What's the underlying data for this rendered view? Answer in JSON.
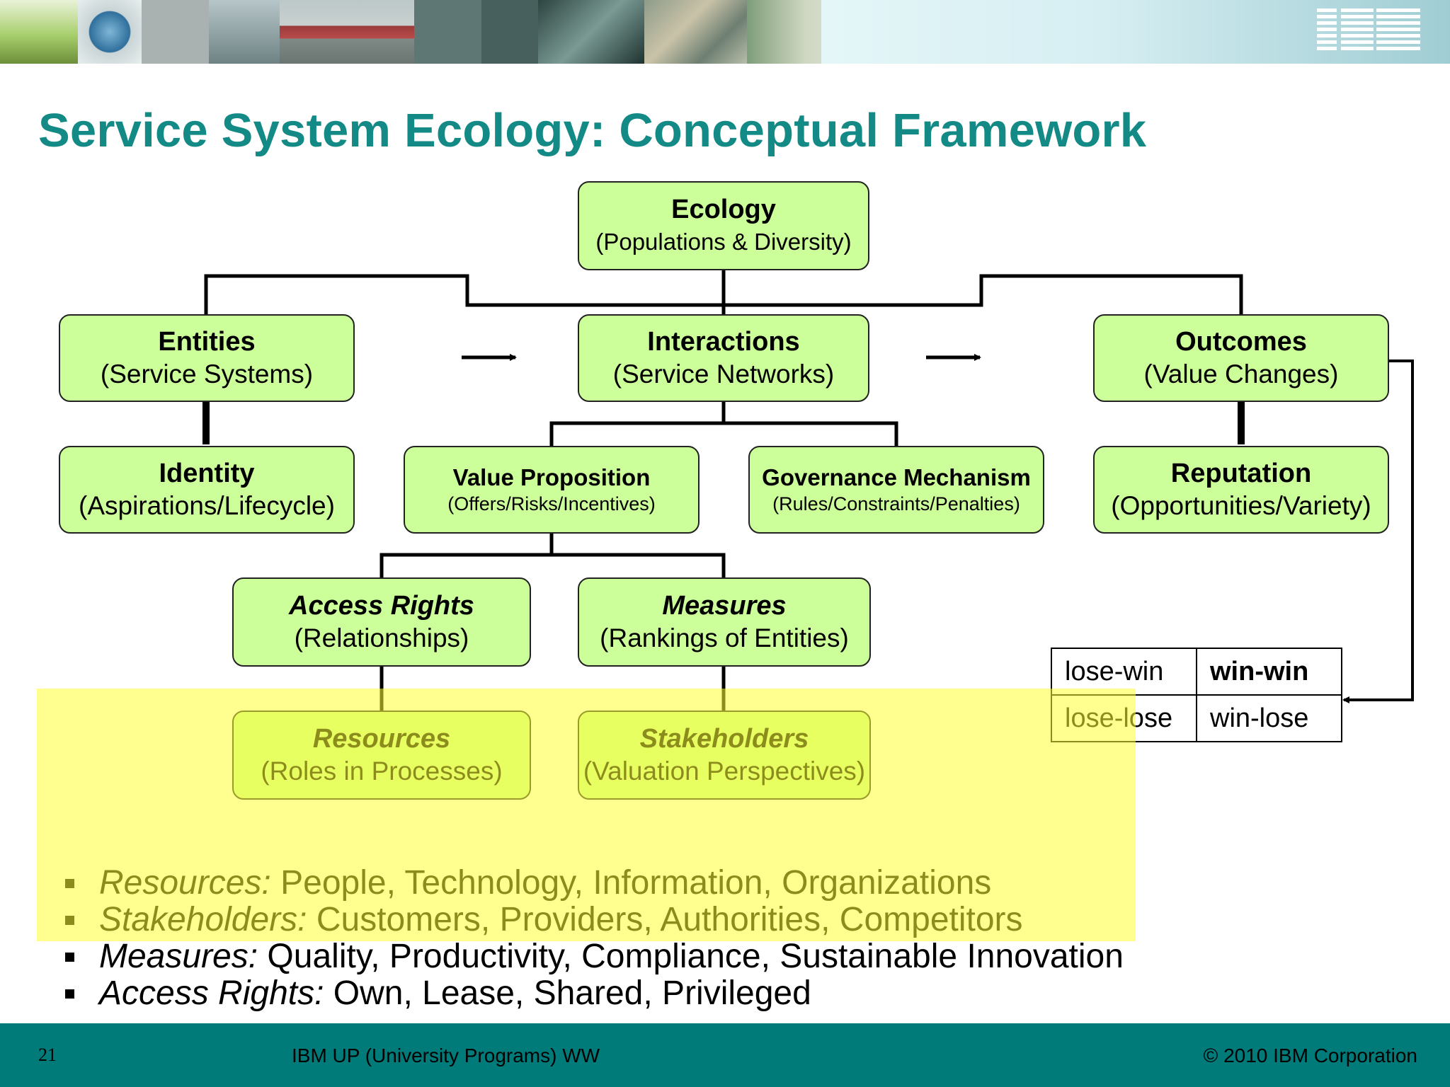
{
  "banner": {
    "logo_text": "IBM",
    "colors": [
      "#8dbb5a",
      "#3f7fa8",
      "#9aa7a6",
      "#7b8c8e",
      "#5f8a82",
      "#b8c2c0",
      "#6b7773",
      "#4f6a66",
      "#8aa0a1",
      "#6d8c6e"
    ]
  },
  "title": "Service System Ecology: Conceptual Framework",
  "diagram": {
    "ecology": {
      "title": "Ecology",
      "subtitle": "(Populations & Diversity)"
    },
    "entities": {
      "title": "Entities",
      "subtitle": "(Service Systems)"
    },
    "interactions": {
      "title": "Interactions",
      "subtitle": "(Service Networks)"
    },
    "outcomes": {
      "title": "Outcomes",
      "subtitle": "(Value Changes)"
    },
    "identity": {
      "title": "Identity",
      "subtitle": "(Aspirations/Lifecycle)"
    },
    "value_proposition": {
      "title": "Value Proposition",
      "subtitle": "(Offers/Risks/Incentives)"
    },
    "governance": {
      "title": "Governance Mechanism",
      "subtitle": "(Rules/Constraints/Penalties)"
    },
    "reputation": {
      "title": "Reputation",
      "subtitle": "(Opportunities/Variety)"
    },
    "access_rights": {
      "title": "Access Rights",
      "subtitle": "(Relationships)"
    },
    "measures": {
      "title": "Measures",
      "subtitle": "(Rankings of Entities)"
    },
    "resources": {
      "title": "Resources",
      "subtitle": "(Roles in Processes)"
    },
    "stakeholders": {
      "title": "Stakeholders",
      "subtitle": "(Valuation Perspectives)"
    }
  },
  "matrix": {
    "top_left": "lose-win",
    "top_right": "win-win",
    "bottom_left": "lose-lose",
    "bottom_right": "win-lose"
  },
  "bullets": [
    {
      "term": "Resources:",
      "text": " People, Technology, Information, Organizations"
    },
    {
      "term": "Stakeholders:",
      "text": " Customers, Providers, Authorities, Competitors"
    },
    {
      "term": "Measures:",
      "text": " Quality, Productivity, Compliance, Sustainable Innovation"
    },
    {
      "term": "Access Rights:",
      "text": " Own, Lease, Shared, Privileged"
    }
  ],
  "footer": {
    "slide_number": "21",
    "program": "IBM UP (University Programs) WW",
    "copyright": "© 2010 IBM Corporation"
  },
  "colors": {
    "title": "#138a86",
    "node_fill": "#ccff99",
    "highlight": "#ffff33",
    "footer": "#007b7a"
  }
}
